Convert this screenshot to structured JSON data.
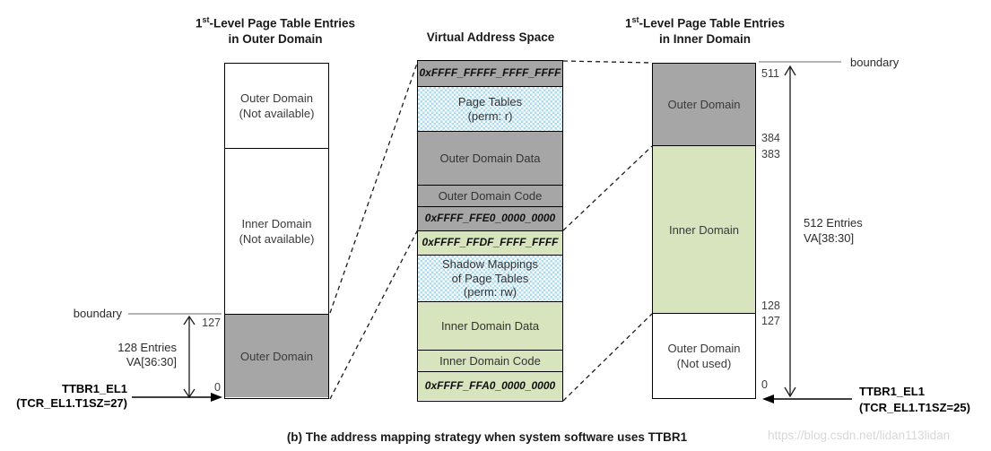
{
  "headers": {
    "left": {
      "base": "1",
      "sup": "st",
      "rest": "-Level Page Table Entries",
      "line2": "in Outer Domain"
    },
    "middle": "Virtual Address Space",
    "right": {
      "base": "1",
      "sup": "st",
      "rest": "-Level Page Table Entries",
      "line2": "in Inner Domain"
    }
  },
  "left_column": {
    "sections": [
      {
        "fill": "white",
        "lines": [
          "Outer Domain",
          "(Not available)"
        ]
      },
      {
        "fill": "white",
        "lines": [
          "Inner Domain",
          "(Not available)"
        ]
      },
      {
        "fill": "gray",
        "lines": [
          "Outer Domain"
        ]
      }
    ],
    "boundary_label": "boundary",
    "index_top": "127",
    "index_bottom": "0",
    "entries": [
      "128 Entries",
      "VA[36:30]"
    ],
    "ttbr": [
      "TTBR1_EL1",
      "(TCR_EL1.T1SZ=27)"
    ]
  },
  "vas_column": {
    "rows": [
      {
        "kind": "addr",
        "fill": "gray",
        "lines": [
          "0xFFFF_FFFFF_FFFF_FFFF"
        ]
      },
      {
        "kind": "label",
        "fill": "blue",
        "lines": [
          "Page Tables",
          "(perm: r)"
        ]
      },
      {
        "kind": "label",
        "fill": "gray",
        "lines": [
          "Outer Domain Data"
        ]
      },
      {
        "kind": "label",
        "fill": "gray",
        "lines": [
          "Outer Domain Code"
        ]
      },
      {
        "kind": "addr",
        "fill": "gray",
        "lines": [
          "0xFFFF_FFE0_0000_0000"
        ]
      },
      {
        "kind": "addr",
        "fill": "green",
        "lines": [
          "0xFFFF_FFDF_FFFF_FFFF"
        ]
      },
      {
        "kind": "label",
        "fill": "blue",
        "lines": [
          "Shadow Mappings",
          "of Page Tables",
          "(perm: rw)"
        ]
      },
      {
        "kind": "label",
        "fill": "green",
        "lines": [
          "Inner Domain Data"
        ]
      },
      {
        "kind": "label",
        "fill": "green",
        "lines": [
          "Inner Domain Code"
        ]
      },
      {
        "kind": "addr",
        "fill": "green",
        "lines": [
          "0xFFFF_FFA0_0000_0000"
        ]
      }
    ]
  },
  "right_column": {
    "sections": [
      {
        "fill": "gray",
        "lines": [
          "Outer Domain"
        ]
      },
      {
        "fill": "green",
        "lines": [
          "Inner Domain"
        ]
      },
      {
        "fill": "white",
        "lines": [
          "Outer Domain",
          "(Not used)"
        ]
      }
    ],
    "boundary_label": "boundary",
    "indices": [
      "511",
      "384",
      "383",
      "128",
      "127",
      "0"
    ],
    "entries": [
      "512 Entries",
      "VA[38:30]"
    ],
    "ttbr": [
      "TTBR1_EL1",
      "(TCR_EL1.T1SZ=25)"
    ]
  },
  "caption": "(b) The address mapping strategy when system software uses TTBR1",
  "watermark": "https://blog.csdn.net/lidan113lidan",
  "colors": {
    "outer_gray": "#a6a6a6",
    "inner_green": "#d7e4bd",
    "pagetable_blue": "#aedcef"
  }
}
